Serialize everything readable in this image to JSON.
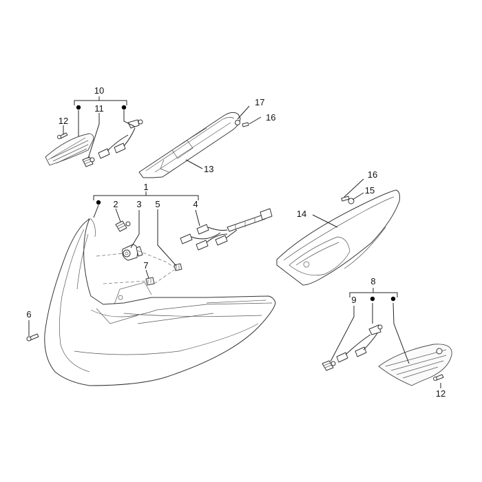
{
  "labels": {
    "l1": "1",
    "l2": "2",
    "l3": "3",
    "l4": "4",
    "l5": "5",
    "l6": "6",
    "l7": "7",
    "l8": "8",
    "l9": "9",
    "l10": "10",
    "l11": "11",
    "l12a": "12",
    "l12b": "12",
    "l13": "13",
    "l14": "14",
    "l15": "15",
    "l16a": "16",
    "l16b": "16",
    "l17": "17"
  },
  "colors": {
    "line": "#222222",
    "marker": "#000000",
    "background": "#ffffff"
  }
}
